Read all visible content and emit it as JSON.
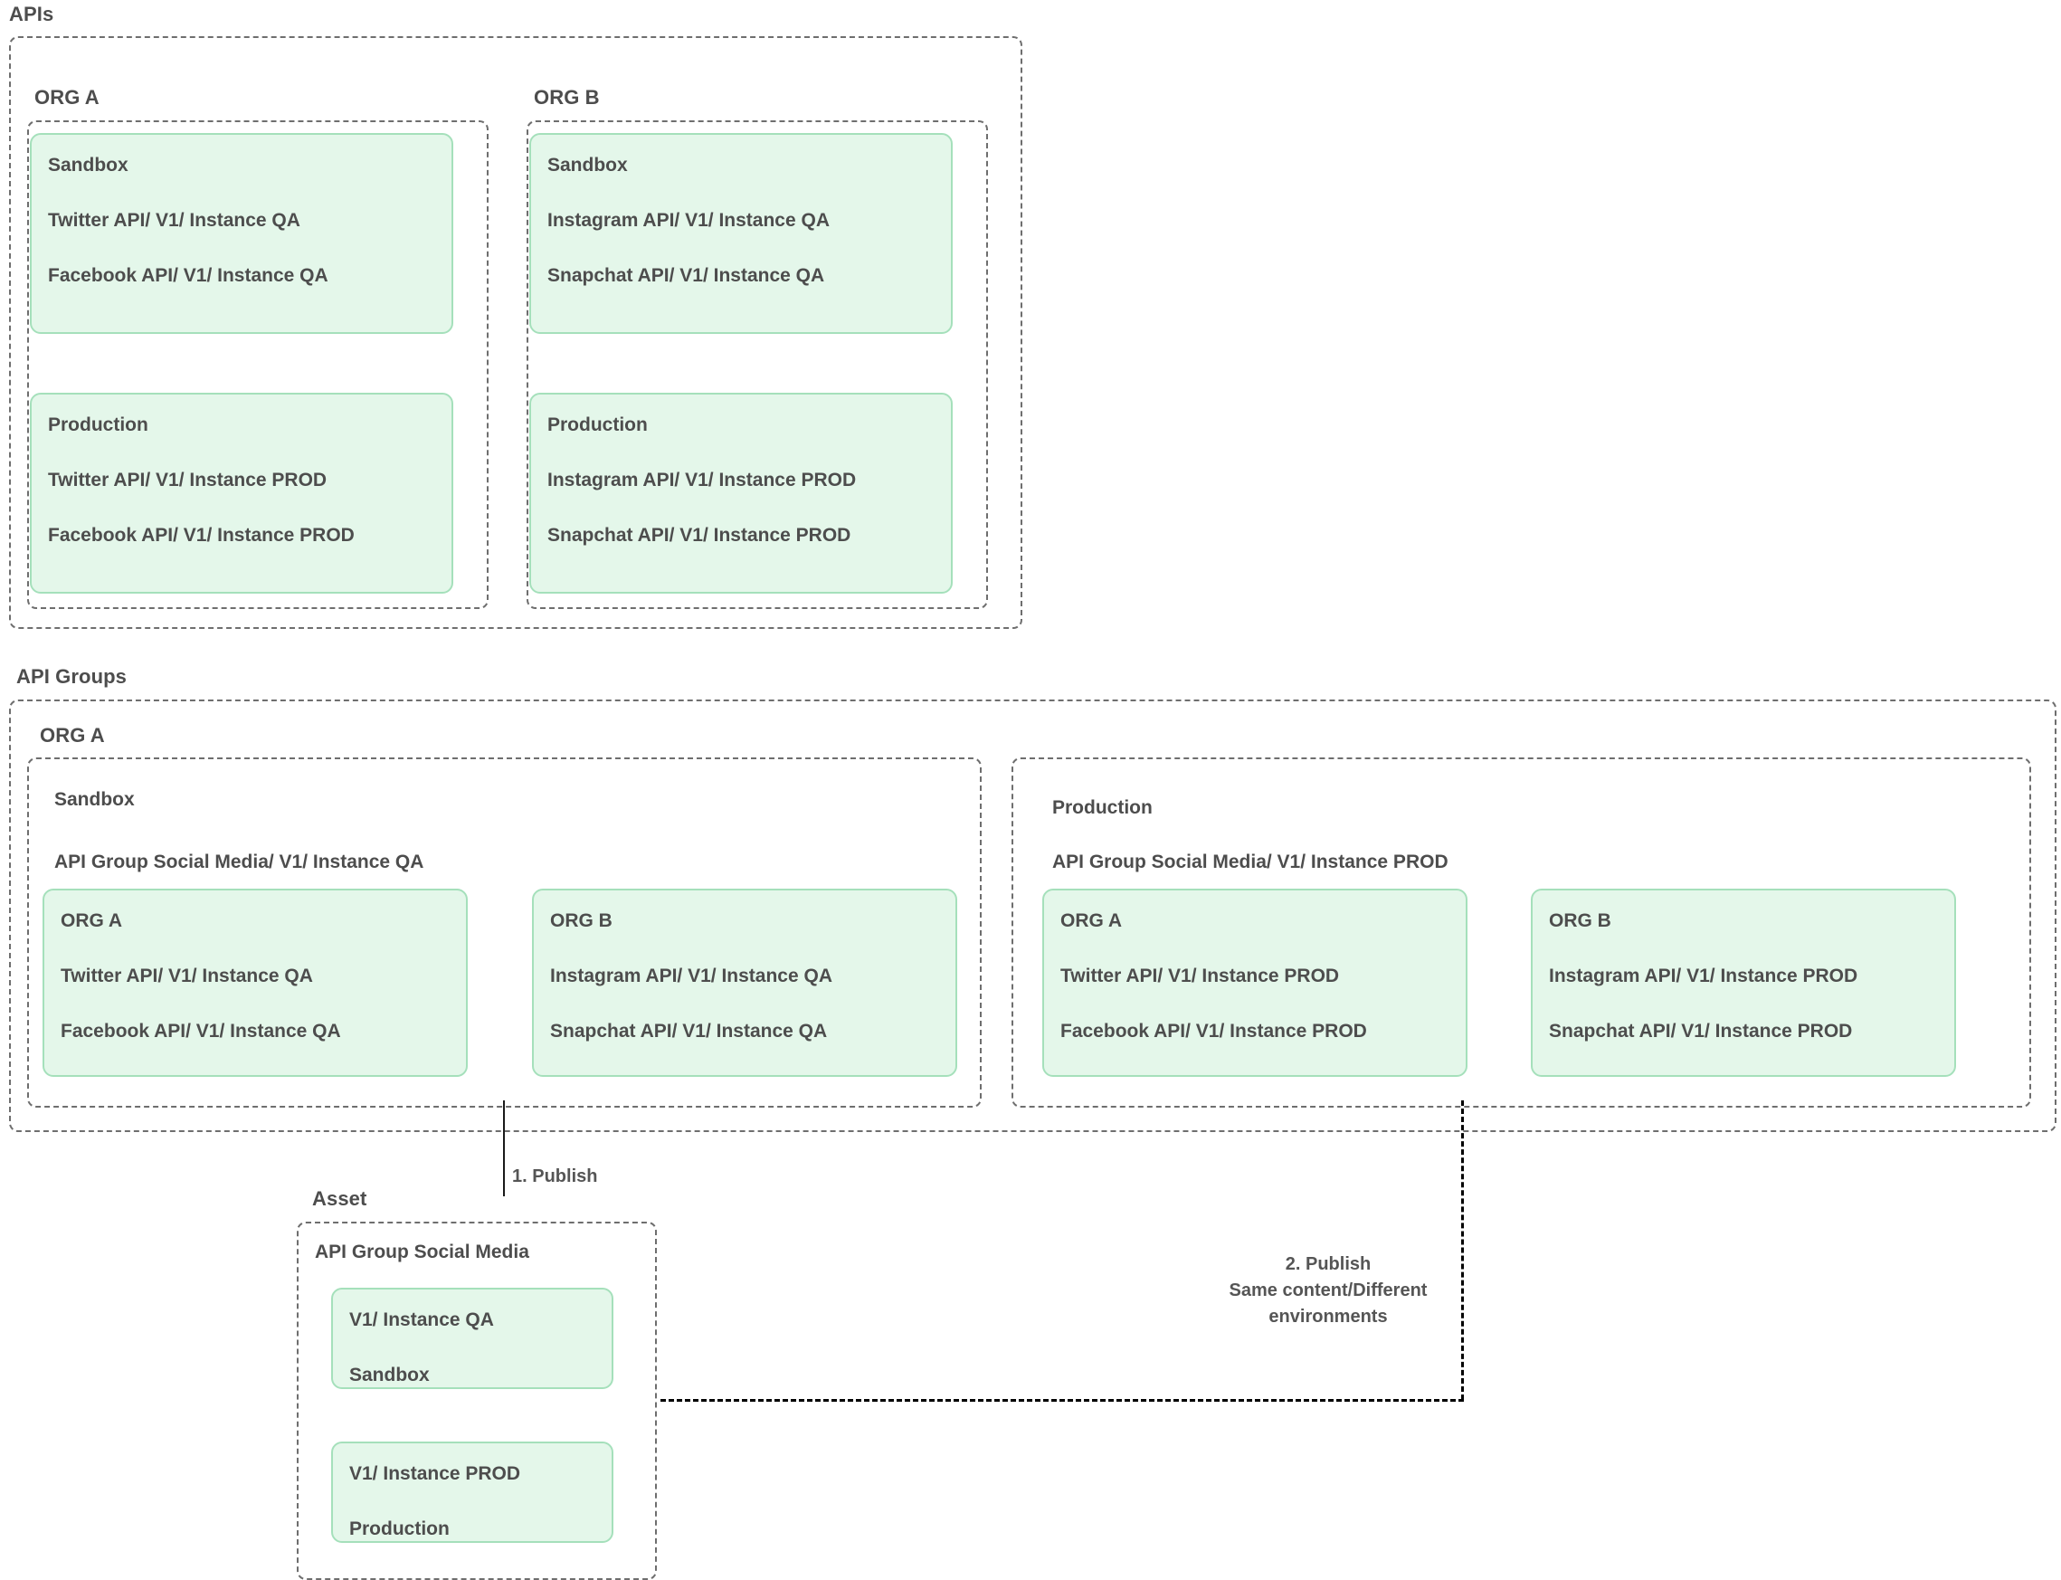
{
  "sections": {
    "apis": {
      "label": "APIs",
      "orgs": [
        {
          "name": "ORG A",
          "cards": [
            {
              "env": "Sandbox",
              "items": [
                "Twitter API/ V1/ Instance QA",
                "Facebook API/ V1/ Instance QA"
              ]
            },
            {
              "env": "Production",
              "items": [
                "Twitter API/ V1/ Instance PROD",
                "Facebook API/ V1/ Instance PROD"
              ]
            }
          ]
        },
        {
          "name": "ORG B",
          "cards": [
            {
              "env": "Sandbox",
              "items": [
                "Instagram API/ V1/ Instance QA",
                "Snapchat API/ V1/ Instance QA"
              ]
            },
            {
              "env": "Production",
              "items": [
                "Instagram API/ V1/ Instance PROD",
                "Snapchat API/ V1/ Instance PROD"
              ]
            }
          ]
        }
      ]
    },
    "api_groups": {
      "label": "API Groups",
      "org": "ORG A",
      "environments": [
        {
          "env": "Sandbox",
          "group_path": "API  Group Social Media/ V1/ Instance QA",
          "cards": [
            {
              "org": "ORG A",
              "items": [
                "Twitter API/ V1/ Instance QA",
                "Facebook API/ V1/ Instance QA"
              ]
            },
            {
              "org": "ORG B",
              "items": [
                "Instagram API/ V1/ Instance QA",
                "Snapchat API/ V1/ Instance QA"
              ]
            }
          ]
        },
        {
          "env": "Production",
          "group_path": "API  Group Social Media/ V1/ Instance PROD",
          "cards": [
            {
              "org": "ORG A",
              "items": [
                "Twitter API/ V1/ Instance PROD",
                "Facebook API/ V1/ Instance PROD"
              ]
            },
            {
              "org": "ORG B",
              "items": [
                "Instagram API/ V1/ Instance PROD",
                "Snapchat API/ V1/ Instance PROD"
              ]
            }
          ]
        }
      ]
    },
    "asset": {
      "label": "Asset",
      "title": "API  Group Social Media",
      "cards": [
        {
          "version": "V1/ Instance QA",
          "env": "Sandbox"
        },
        {
          "version": "V1/ Instance PROD",
          "env": "Production"
        }
      ]
    }
  },
  "connectors": {
    "publish_1": "1. Publish",
    "publish_2_line1": "2. Publish",
    "publish_2_line2": "Same content/Different",
    "publish_2_line3": "environments"
  },
  "colors": {
    "card_fill": "#e4f7ea",
    "card_border": "#a5e0bb",
    "dashed_border": "#6e6e6e",
    "text": "#4d4d4d",
    "connector": "#000000"
  }
}
